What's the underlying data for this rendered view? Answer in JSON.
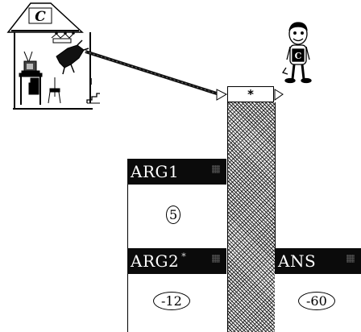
{
  "house": {
    "sign_letter": "C"
  },
  "person": {
    "shirt_letter": "C"
  },
  "operator": {
    "symbol": "*"
  },
  "arg1": {
    "label": "ARG1",
    "value": "5"
  },
  "arg2": {
    "label": "ARG2",
    "mark": "*",
    "value": "-12"
  },
  "ans": {
    "label": "ANS",
    "value": "-60"
  }
}
